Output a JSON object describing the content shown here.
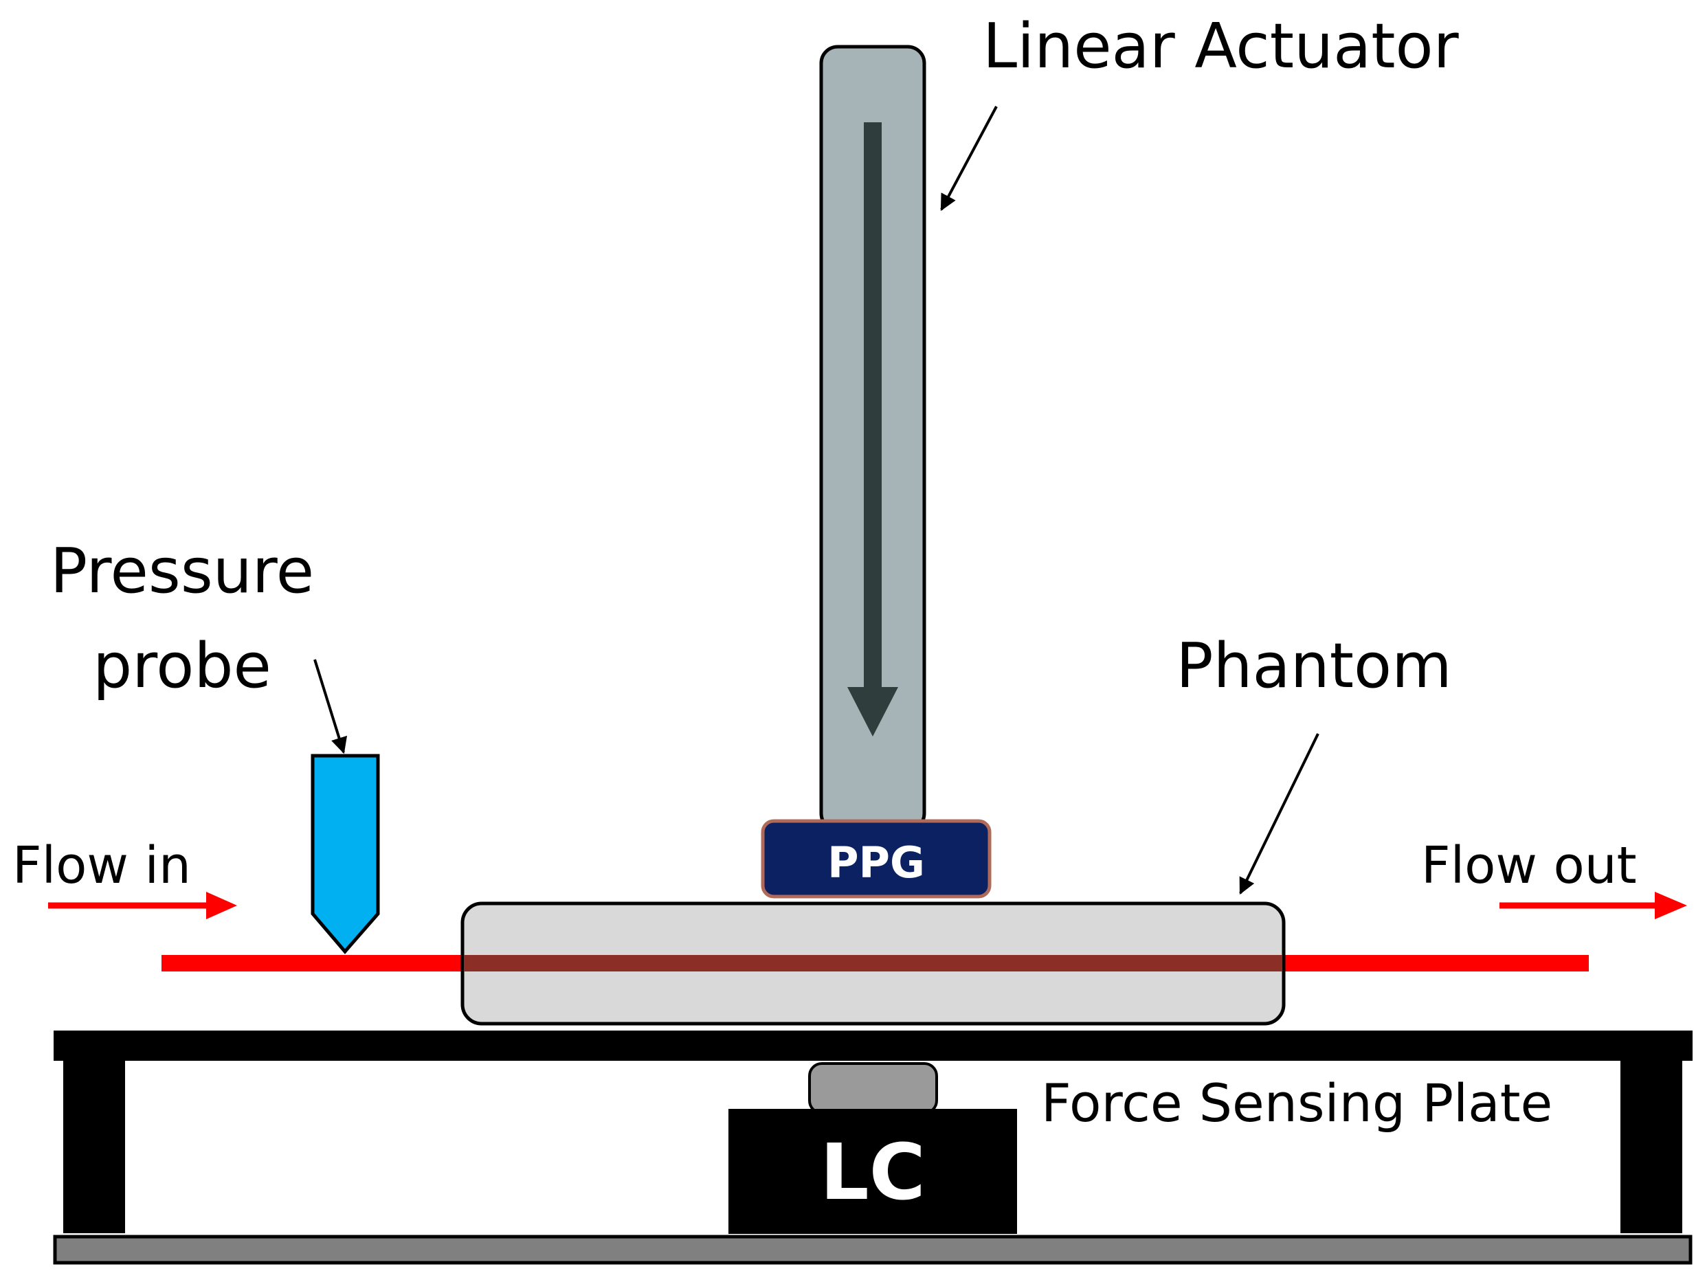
{
  "labels": {
    "linear_actuator": "Linear Actuator",
    "pressure_probe_line1": "Pressure",
    "pressure_probe_line2": "probe",
    "phantom": "Phantom",
    "flow_in": "Flow in",
    "flow_out": "Flow out",
    "ppg": "PPG",
    "force_sensing_plate": "Force Sensing Plate",
    "lc": "LC"
  },
  "colors": {
    "actuator_fill": "#a6b4b8",
    "actuator_arrow": "#2f3d3d",
    "ppg_fill": "#0b2161",
    "ppg_border": "#b06a5a",
    "probe_fill": "#00b0f0",
    "phantom_fill": "#d9d9d9",
    "tube_red": "#ff0000",
    "tube_inside": "#8b2e25",
    "plate_black": "#000000",
    "base_gray": "#808080",
    "sensor_cap": "#9a9a9a"
  }
}
